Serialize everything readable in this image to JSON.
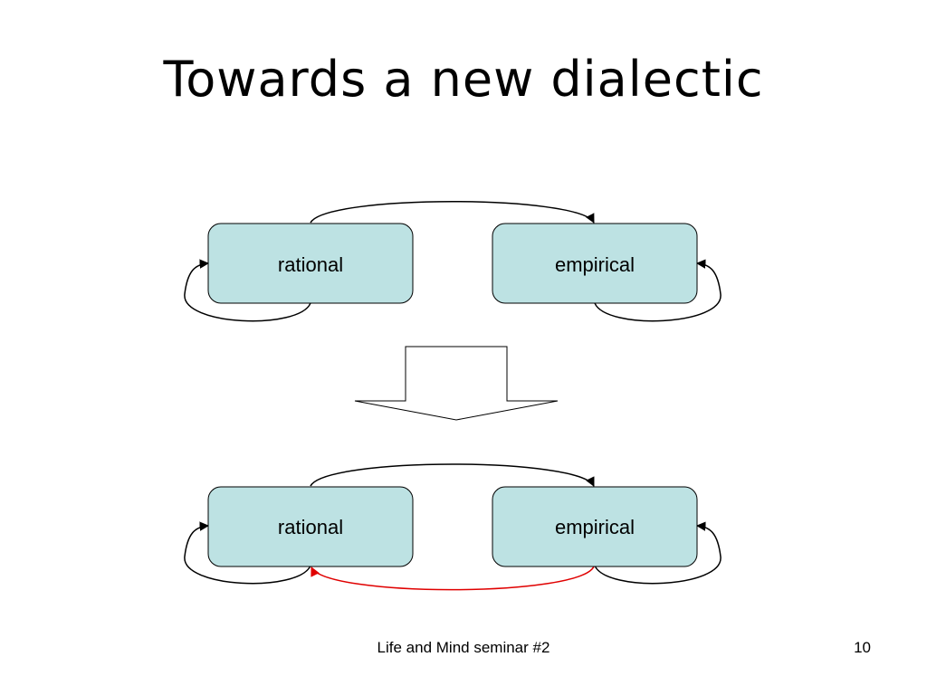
{
  "slide": {
    "title": "Towards a new dialectic",
    "footer": "Life and Mind seminar #2",
    "page_number": "10"
  },
  "diagram": {
    "before": {
      "left_node": "rational",
      "right_node": "empirical"
    },
    "after": {
      "left_node": "rational",
      "right_node": "empirical"
    }
  },
  "colors": {
    "node_fill": "#bde2e3",
    "node_stroke": "#000000",
    "arrow": "#000000",
    "feedback_arrow": "#e00000"
  }
}
